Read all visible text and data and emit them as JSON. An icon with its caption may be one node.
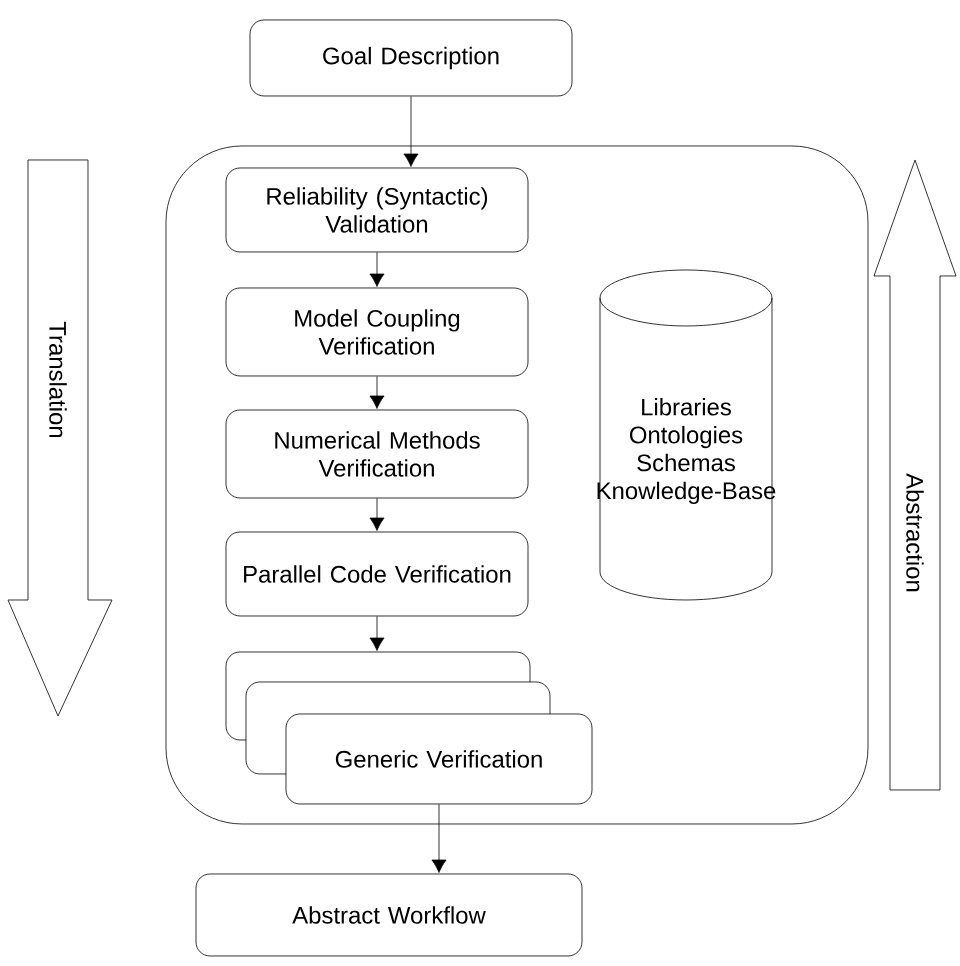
{
  "diagram": {
    "nodes": [
      {
        "text": [
          "Goal Description"
        ]
      },
      {
        "text": [],
        "shape": "box"
      },
      {
        "text": [
          "Reliability (Syntactic) Validation"
        ],
        "in": 1
      },
      {
        "text": [
          "Model Coupling Verification"
        ],
        "in": 1
      },
      {
        "text": [
          "Numerical Methods Verification"
        ],
        "in": 1
      },
      {
        "text": [
          "Parallel Code Verification"
        ],
        "in": 1
      },
      {
        "text": [],
        "shape": "box",
        "in": 1
      },
      {
        "text": [],
        "shape": "box",
        "in": 1
      },
      {
        "text": [
          "Generic Verification"
        ],
        "in": 1
      },
      {
        "text": [
          "Libraries",
          "Ontologies",
          "Schemas",
          "Knowledge-Base"
        ],
        "in": 1
      },
      {
        "text": [
          "Abstract Workflow"
        ]
      }
    ],
    "edges": [
      {
        "from": 0,
        "to": 2,
        "arrow": "to"
      },
      {
        "from": 2,
        "to": 3,
        "arrow": "to"
      },
      {
        "from": 3,
        "to": 4,
        "arrow": "to"
      },
      {
        "from": 4,
        "to": 5,
        "arrow": "to"
      },
      {
        "from": 5,
        "to": 6,
        "arrow": "to"
      },
      {
        "from": 8,
        "to": 10,
        "arrow": "to"
      }
    ],
    "labels": [
      "Translation",
      "Abstraction"
    ]
  }
}
